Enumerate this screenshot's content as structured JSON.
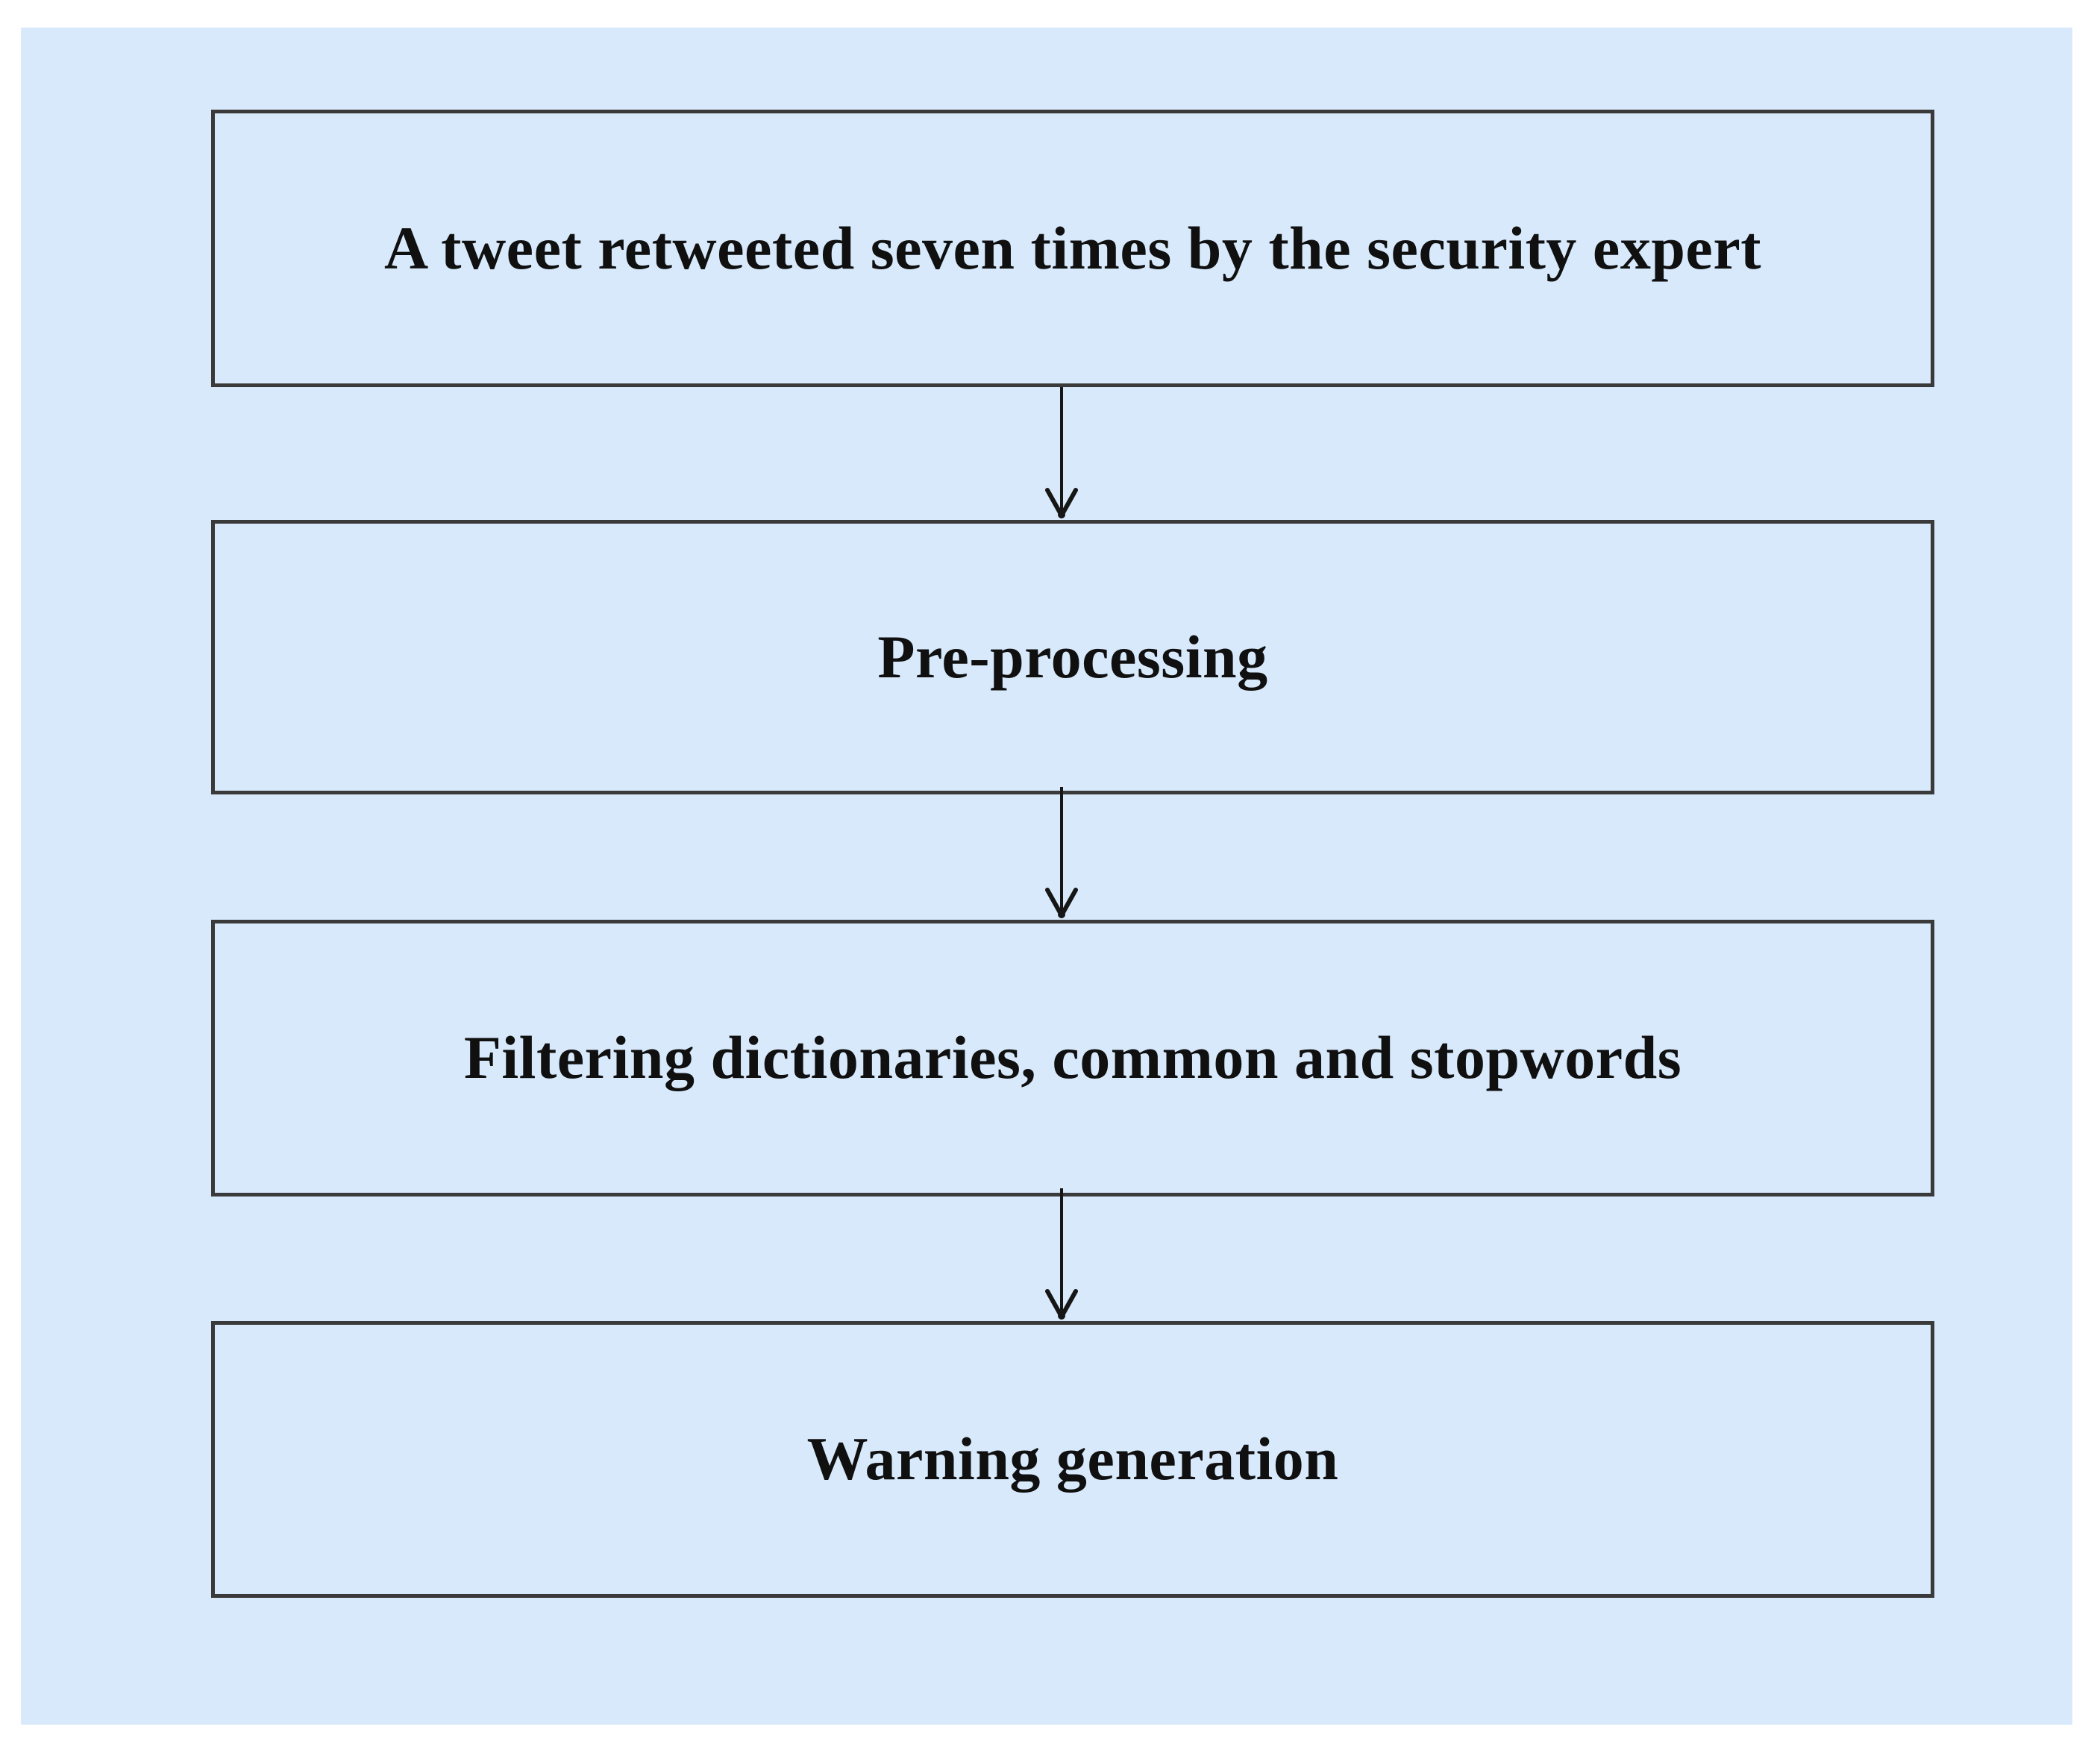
{
  "theme": {
    "page_bg": "#ffffff",
    "panel_bg": "#d7e9fb",
    "node_bg": "#d7e9fb",
    "node_border": "#3a3a3a",
    "text_color": "#101010",
    "arrow_color": "#161616"
  },
  "diagram": {
    "type": "flowchart",
    "direction": "top-down",
    "nodes": [
      {
        "id": "tweet-input",
        "label": "A tweet retweeted seven times by the security expert"
      },
      {
        "id": "pre-processing",
        "label": "Pre-processing"
      },
      {
        "id": "filtering",
        "label": "Filtering dictionaries, common and stopwords"
      },
      {
        "id": "warning-generation",
        "label": "Warning generation"
      }
    ],
    "edges": [
      {
        "from": "tweet-input",
        "to": "pre-processing"
      },
      {
        "from": "pre-processing",
        "to": "filtering"
      },
      {
        "from": "filtering",
        "to": "warning-generation"
      }
    ]
  }
}
